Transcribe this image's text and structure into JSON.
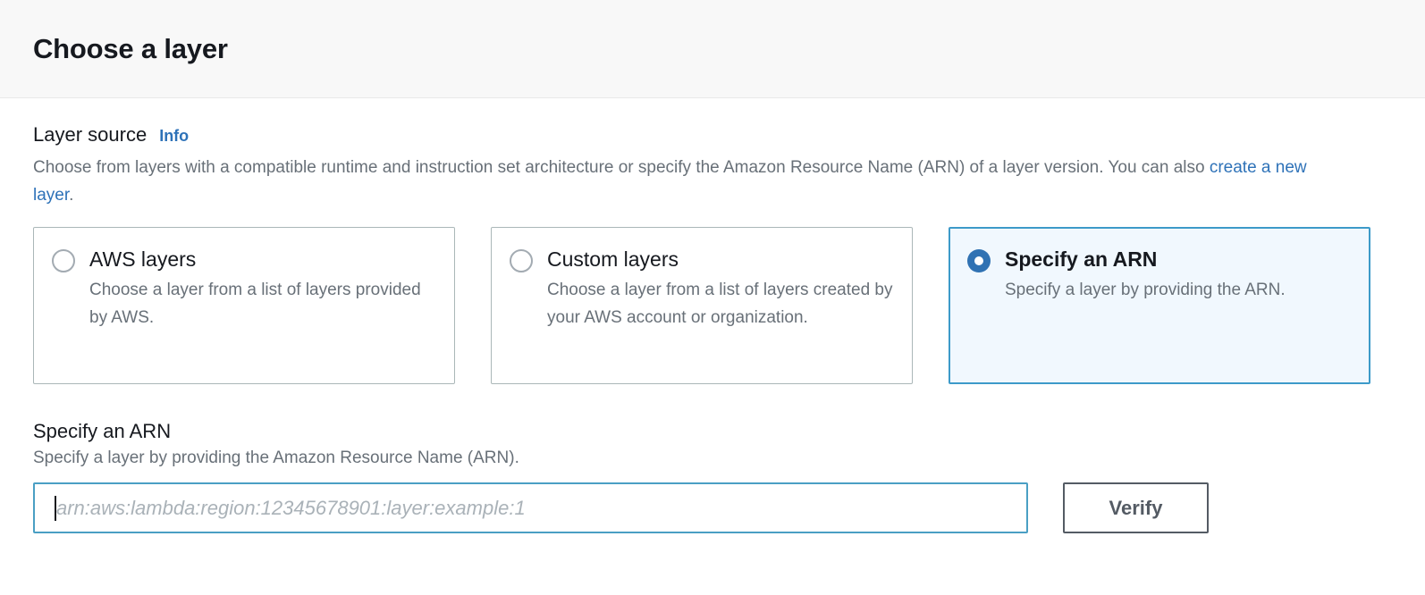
{
  "modal": {
    "title": "Choose a layer"
  },
  "layer_source": {
    "label": "Layer source",
    "info_label": "Info",
    "description_before_link": "Choose from layers with a compatible runtime and instruction set architecture or specify the Amazon Resource Name (ARN) of a layer version. You can also ",
    "description_link": "create a new layer",
    "description_after_link": ".",
    "options": [
      {
        "title": "AWS layers",
        "description": "Choose a layer from a list of layers provided by AWS.",
        "selected": false
      },
      {
        "title": "Custom layers",
        "description": "Choose a layer from a list of layers created by your AWS account or organization.",
        "selected": false
      },
      {
        "title": "Specify an ARN",
        "description": "Specify a layer by providing the ARN.",
        "selected": true
      }
    ]
  },
  "arn_section": {
    "title": "Specify an ARN",
    "description": "Specify a layer by providing the Amazon Resource Name (ARN).",
    "input_value": "",
    "input_placeholder": "arn:aws:lambda:region:12345678901:layer:example:1",
    "verify_label": "Verify"
  },
  "colors": {
    "accent_blue": "#2e72b8",
    "selected_card_border": "#3d9ac9",
    "selected_card_fill": "#f1f8fe",
    "input_focus_border": "#4a9fc4",
    "button_border": "#545b64",
    "text_primary": "#16191f",
    "text_secondary": "#687078",
    "header_bg": "#f8f8f8"
  }
}
